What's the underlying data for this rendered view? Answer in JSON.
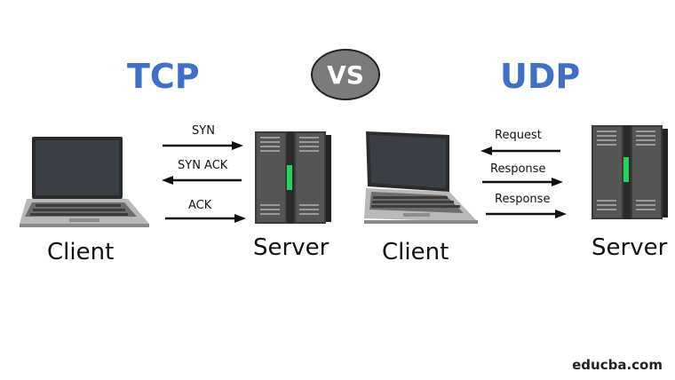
{
  "tcp": {
    "heading": "TCP",
    "client_label": "Client",
    "server_label": "Server",
    "arrows": [
      {
        "label": "SYN",
        "direction": "right"
      },
      {
        "label": "SYN ACK",
        "direction": "left"
      },
      {
        "label": "ACK",
        "direction": "right"
      }
    ]
  },
  "vs_label": "VS",
  "udp": {
    "heading": "UDP",
    "client_label": "Client",
    "server_label": "Server",
    "arrows": [
      {
        "label": "Request",
        "direction": "left"
      },
      {
        "label": "Response",
        "direction": "right"
      },
      {
        "label": "Response",
        "direction": "right"
      }
    ]
  },
  "footer": "educba.com",
  "colors": {
    "heading": "#3f6fc6",
    "badge": "#7b7b7b",
    "server_led": "#22d45a"
  },
  "icons": [
    "laptop-icon",
    "server-icon"
  ]
}
